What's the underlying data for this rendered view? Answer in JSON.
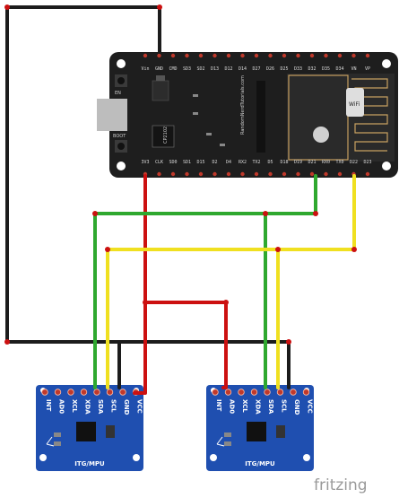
{
  "esp32": {
    "top_pins": [
      "Vin",
      "GND",
      "CMD",
      "SD3",
      "SD2",
      "D13",
      "D12",
      "D14",
      "D27",
      "D26",
      "D25",
      "D33",
      "D32",
      "D35",
      "D34",
      "VN",
      "VP"
    ],
    "bottom_pins": [
      "3V3",
      "CLK",
      "SD0",
      "SD1",
      "D15",
      "D2",
      "D4",
      "RX2",
      "TX2",
      "D5",
      "D18",
      "D19",
      "D21",
      "RX0",
      "TX0",
      "D22",
      "D23"
    ],
    "en_label": "EN",
    "boot_label": "BOOT",
    "chip_label": "CP2102",
    "side_text": "RandomNerdTutorials.com",
    "wifi_label": "WiFi"
  },
  "mpu_left": {
    "pins": [
      "INT",
      "AD0",
      "XCL",
      "XDA",
      "SDA",
      "SCL",
      "GND",
      "VCC"
    ],
    "title": "ITG/MPU"
  },
  "mpu_right": {
    "pins": [
      "INT",
      "AD0",
      "XCL",
      "XDA",
      "SDA",
      "SCL",
      "GND",
      "VCC"
    ],
    "title": "ITG/MPU"
  },
  "branding": {
    "logo_text": "fritzing"
  },
  "colors": {
    "wire_black": "#1c1c1c",
    "wire_red": "#cc1010",
    "wire_green": "#2fa82f",
    "wire_yellow": "#f0e020",
    "board_black": "#1e1e1e",
    "mpu_blue": "#1f4fb0",
    "pin_red": "#c0392b"
  }
}
